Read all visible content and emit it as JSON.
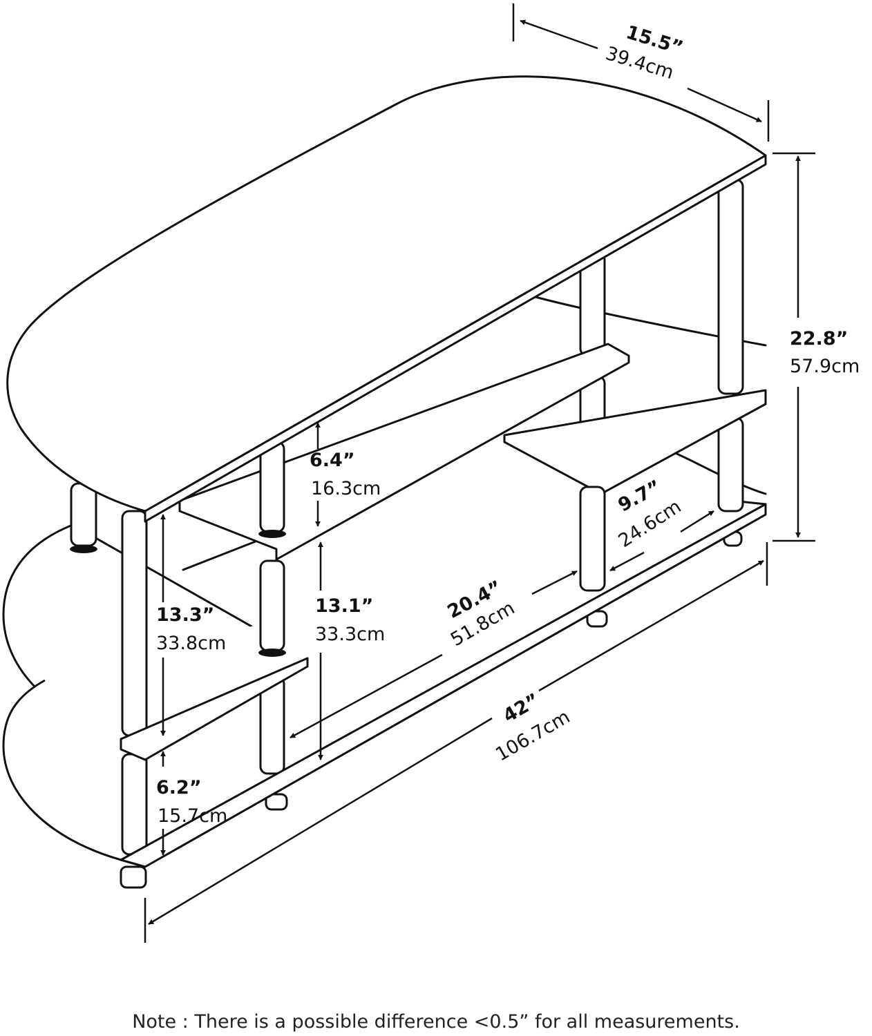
{
  "dimensions": [
    {
      "id": "depth",
      "inches": "15.5”",
      "cm": "39.4cm"
    },
    {
      "id": "height",
      "inches": "22.8”",
      "cm": "57.9cm"
    },
    {
      "id": "top_gap",
      "inches": "6.4”",
      "cm": "16.3cm"
    },
    {
      "id": "side_shelf_depth",
      "inches": "9.7”",
      "cm": "24.6cm"
    },
    {
      "id": "left_gap",
      "inches": "13.3”",
      "cm": "33.8cm"
    },
    {
      "id": "middle_gap",
      "inches": "13.1”",
      "cm": "33.3cm"
    },
    {
      "id": "inner_width",
      "inches": "20.4”",
      "cm": "51.8cm"
    },
    {
      "id": "bottom_gap",
      "inches": "6.2”",
      "cm": "15.7cm"
    },
    {
      "id": "width",
      "inches": "42”",
      "cm": "106.7cm"
    }
  ],
  "note": "Note : There is a possible difference <0.5” for all measurements."
}
